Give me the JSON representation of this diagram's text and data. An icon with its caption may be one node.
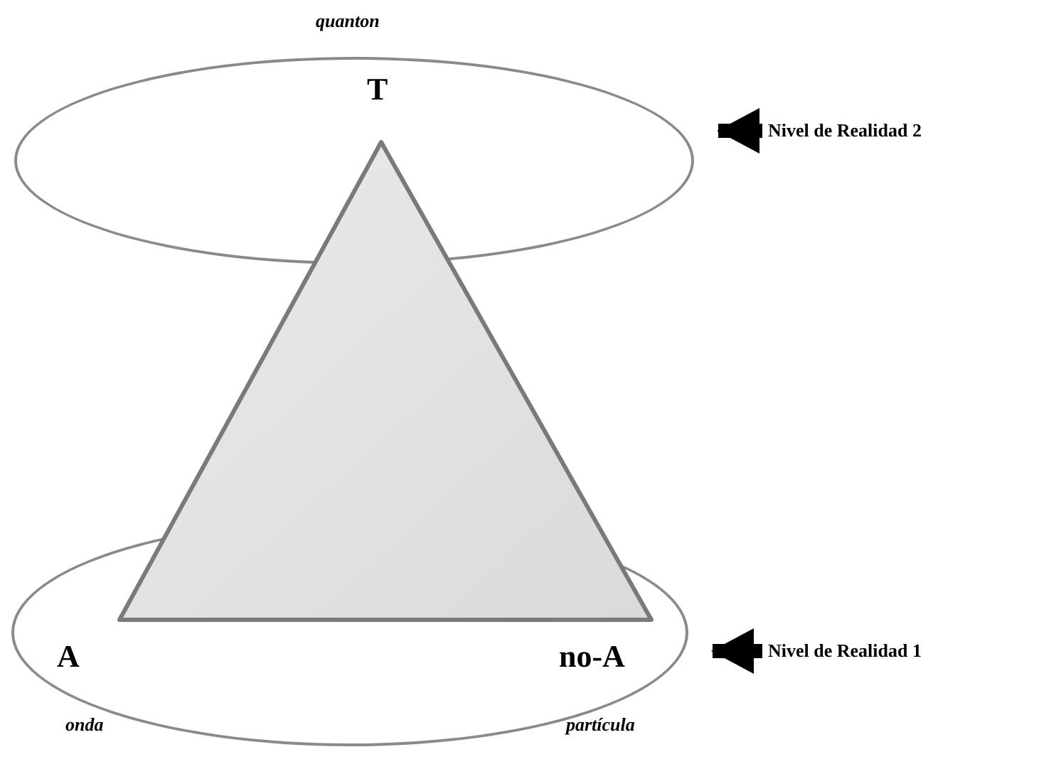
{
  "diagram": {
    "nodes": [
      {
        "text": [
          "quanton",
          "T"
        ]
      },
      {
        "text": [
          "A",
          "no-A",
          "onda",
          "partícula"
        ]
      },
      {
        "text": [],
        "shape": "triangle"
      },
      {
        "text": [
          "Nivel de Realidad 2"
        ]
      },
      {
        "text": [
          "Nivel de Realidad 1"
        ]
      }
    ],
    "edges": [
      {
        "from": 3,
        "to": 0,
        "arrow": "to"
      },
      {
        "from": 4,
        "to": 1,
        "arrow": "to"
      }
    ]
  }
}
